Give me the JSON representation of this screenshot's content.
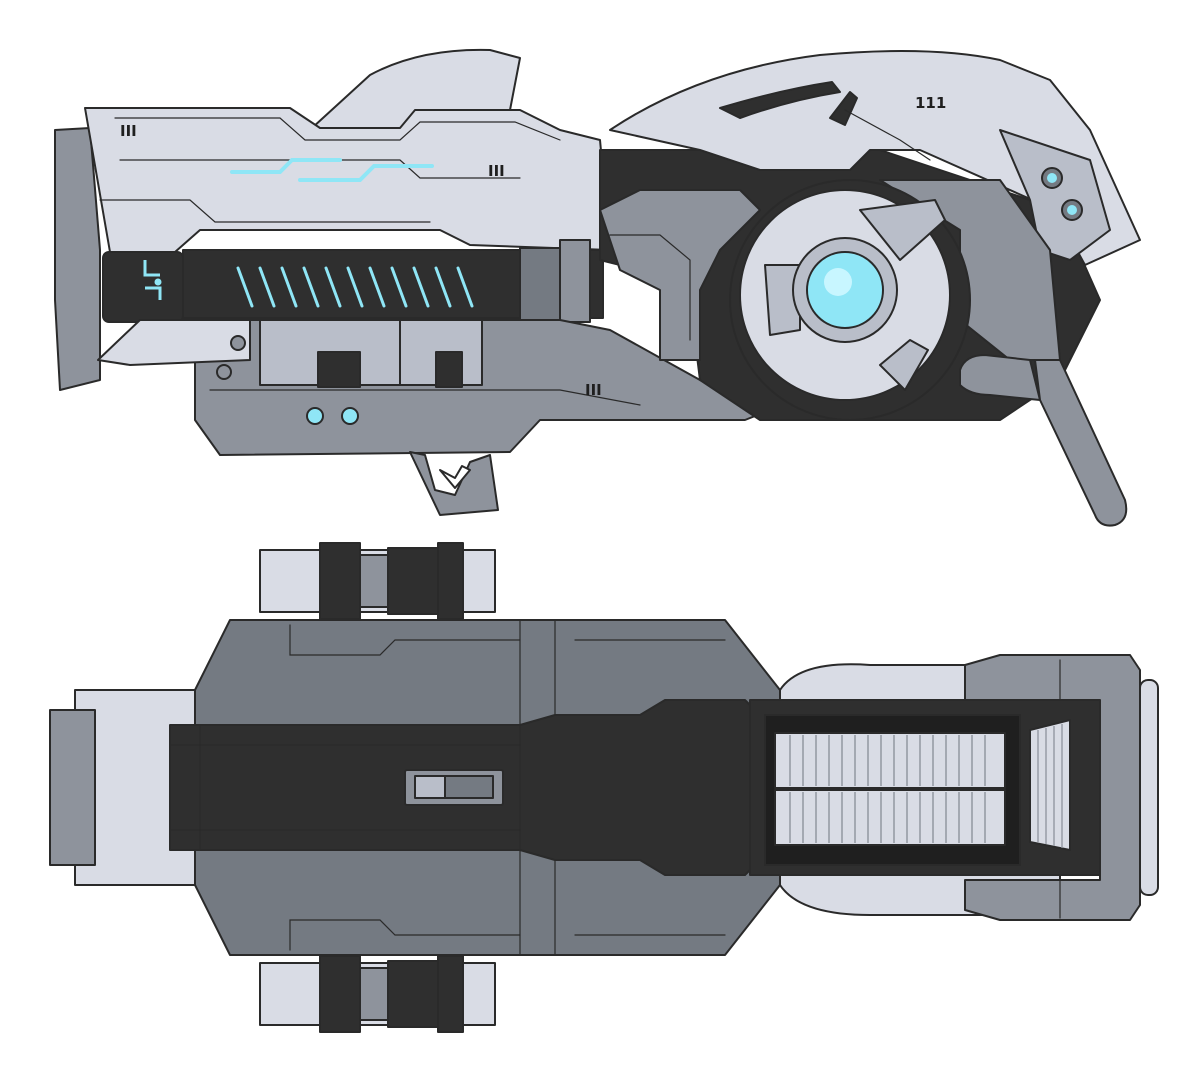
{
  "colors": {
    "light": "#d9dce5",
    "lightMid": "#b9bec9",
    "mid": "#8e939c",
    "dark": "#747a82",
    "black": "#2f2f2f",
    "glow": "#8fe6f6",
    "glowBright": "#c8f6ff",
    "outline": "#2a2a2a",
    "background": "#ffffff"
  },
  "side_view": {
    "markings": [
      "III",
      "III",
      "111",
      "III"
    ]
  },
  "icons": {
    "core": "glowing-core-icon",
    "vents": "vent-grille-icon",
    "lights": "indicator-light-icon"
  }
}
